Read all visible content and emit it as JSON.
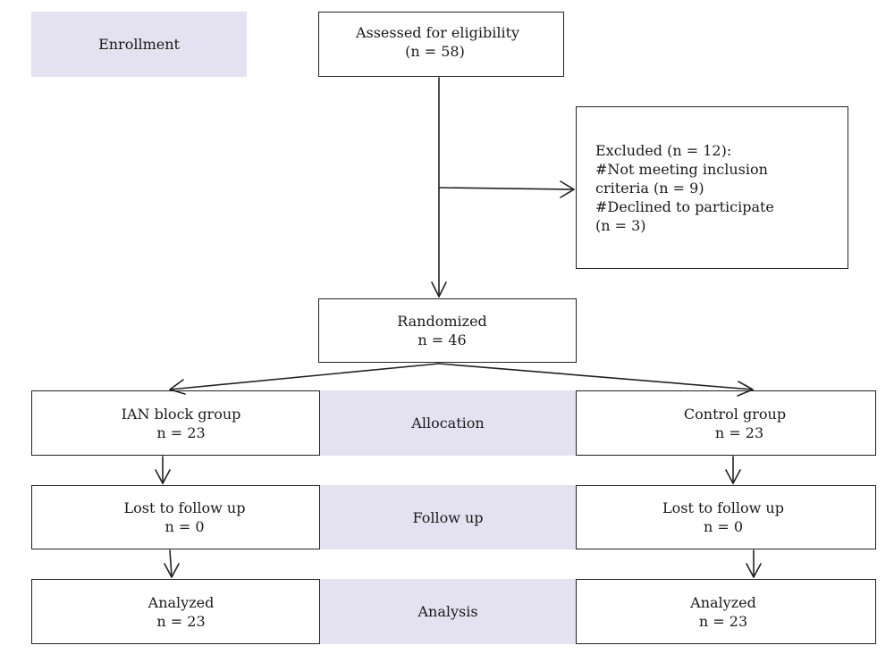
{
  "stages": {
    "enrollment": "Enrollment",
    "allocation": "Allocation",
    "follow_up": "Follow up",
    "analysis": "Analysis"
  },
  "assessed": {
    "label": "Assessed for eligibility",
    "count": "(n = 58)"
  },
  "excluded": {
    "lines": [
      "Excluded (n = 12):",
      "#Not meeting inclusion",
      "criteria (n = 9)",
      "#Declined to participate",
      "(n = 3)"
    ]
  },
  "randomized": {
    "label": "Randomized",
    "count": "n = 46"
  },
  "ian_group": {
    "allocation": {
      "label": "IAN block group",
      "count": "n = 23"
    },
    "follow_up": {
      "label": "Lost to follow up",
      "count": "n = 0"
    },
    "analysis": {
      "label": "Analyzed",
      "count": "n = 23"
    }
  },
  "control_group": {
    "allocation": {
      "label": "Control group",
      "count": "n = 23"
    },
    "follow_up": {
      "label": "Lost to follow up",
      "count": "n = 0"
    },
    "analysis": {
      "label": "Analyzed",
      "count": "n = 23"
    }
  },
  "colors": {
    "stage_fill": "#e4e2f1",
    "line": "#222222"
  }
}
